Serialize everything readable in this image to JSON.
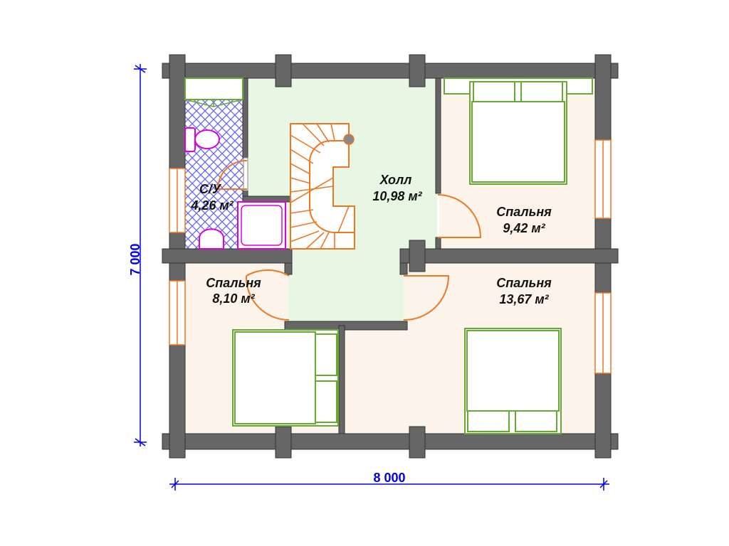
{
  "rooms": {
    "hall": {
      "name": "Холл",
      "area": "10,98 м²"
    },
    "bathroom": {
      "name": "С/У",
      "area": "4,26 м²"
    },
    "bedroom_top_right": {
      "name": "Спальня",
      "area": "9,42 м²"
    },
    "bedroom_bottom_left": {
      "name": "Спальня",
      "area": "8,10 м²"
    },
    "bedroom_bottom_right": {
      "name": "Спальня",
      "area": "13,67 м²"
    }
  },
  "dimensions": {
    "width": "8 000",
    "height": "7 000"
  },
  "colors": {
    "wall": "#666666",
    "hall": "#e8f7e4",
    "room": "#fcf4ea",
    "dimension": "#0000ee",
    "door": "#ee7722",
    "furniture": "#66aa33",
    "sanitary": "#dd00dd"
  }
}
